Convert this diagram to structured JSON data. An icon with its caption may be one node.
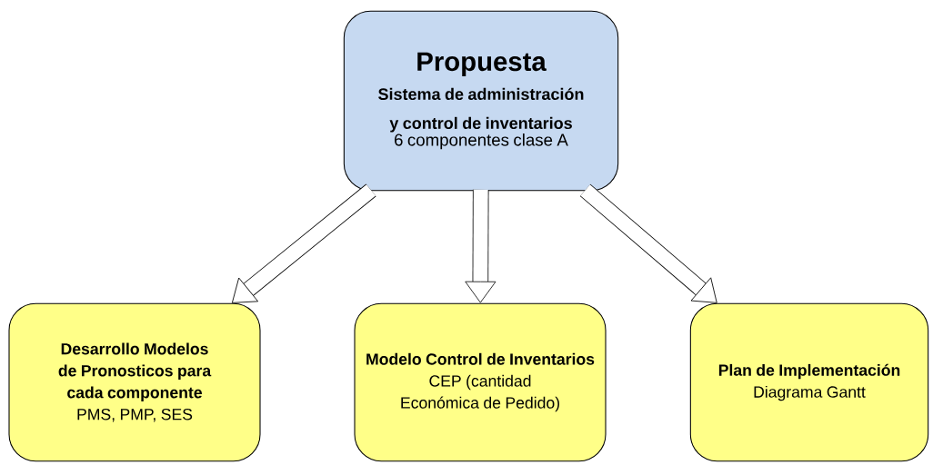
{
  "diagram": {
    "nodes": [
      {
        "text": [
          "Propuesta",
          "Sistema de administración y control de inventarios",
          "6 componentes clase A"
        ]
      },
      {
        "text": [
          "Desarrollo Modelos de Pronosticos para cada componente",
          "PMS, PMP, SES"
        ]
      },
      {
        "text": [
          "Modelo Control de Inventarios",
          "CEP (cantidad Económica de Pedido)"
        ]
      },
      {
        "text": [
          "Plan de Implementación",
          "Diagrama Gantt"
        ]
      }
    ],
    "edges": [
      {
        "from": 0,
        "to": 1,
        "arrow": "to"
      },
      {
        "from": 0,
        "to": 2,
        "arrow": "to"
      },
      {
        "from": 0,
        "to": 3,
        "arrow": "to"
      }
    ]
  }
}
